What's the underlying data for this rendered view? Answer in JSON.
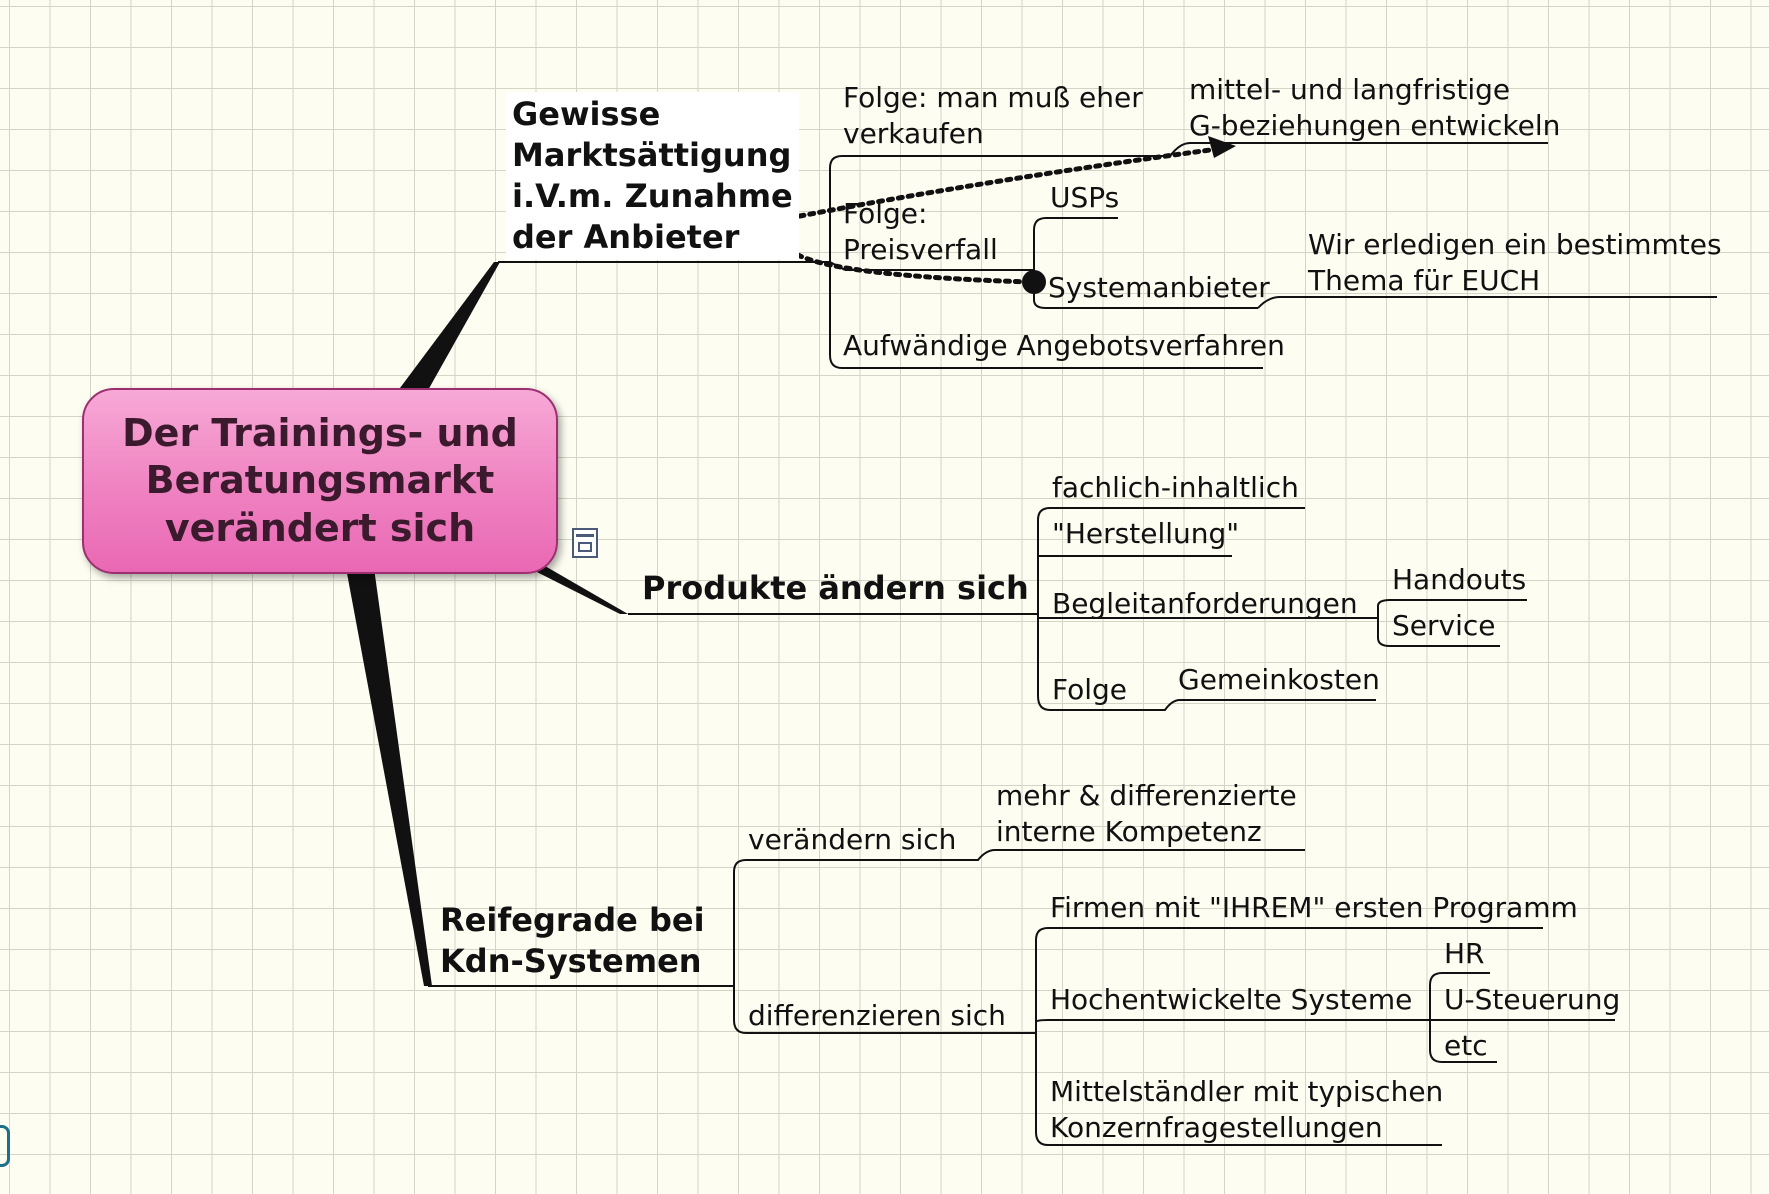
{
  "central_topic": "Der Trainings- und\nBeratungsmarkt\nverändert sich",
  "branch_markt": {
    "label": "Gewisse\nMarktsättigung\ni.V.m. Zunahme\nder Anbieter",
    "folge_kaufen": "Folge: man muß eher\nverkaufen",
    "g_beziehungen": "mittel- und langfristige\nG-beziehungen entwickeln",
    "folge_preis": "Folge:\nPreisverfall",
    "usps": "USPs",
    "systemanbieter": "Systemanbieter",
    "wir_erledigen": "Wir erledigen ein bestimmtes\nThema für EUCH",
    "angebot": "Aufwändige Angebotsverfahren"
  },
  "branch_produkte": {
    "label": "Produkte ändern sich",
    "fachlich": "fachlich-inhaltlich",
    "herstellung": "\"Herstellung\"",
    "begleit": "Begleitanforderungen",
    "handouts": "Handouts",
    "service": "Service",
    "folge": "Folge",
    "gemeinkosten": "Gemeinkosten"
  },
  "branch_reife": {
    "label": "Reifegrade bei\nKdn-Systemen",
    "veraendern": "verändern sich",
    "mehr": "mehr & differenzierte\ninterne Kompetenz",
    "differenzieren": "differenzieren sich",
    "firmen": "Firmen mit \"IHREM\" ersten Programm",
    "hoch": "Hochentwickelte Systeme",
    "hr": "HR",
    "usteuer": "U-Steuerung",
    "etc": "etc",
    "mittel": "Mittelständler mit typischen\nKonzernfragestellungen"
  },
  "colors": {
    "central_fill": "#ef82c1",
    "central_border": "#9c2f6f",
    "line": "#111111",
    "grid": "#d4d5c6",
    "background": "#fdfdf2"
  }
}
